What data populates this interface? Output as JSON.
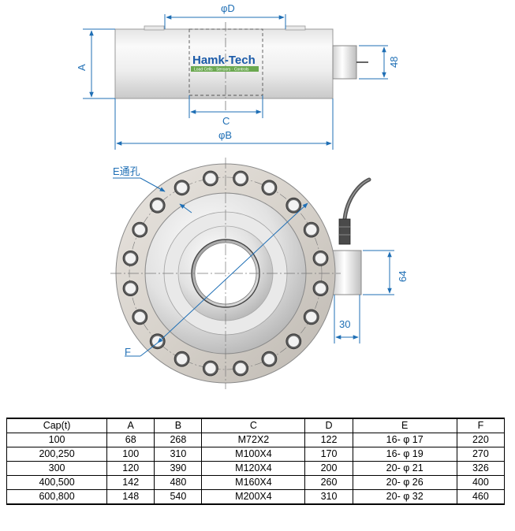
{
  "drawing": {
    "brand_name": "Hamk-Tech",
    "brand_tagline": "Load Cells · Sensors · Controls",
    "labels": {
      "phiD": "φD",
      "A": "A",
      "h48": "48",
      "C": "C",
      "phiB": "φB",
      "E_hole": "E通孔",
      "h64": "64",
      "w30": "30",
      "F": "F"
    },
    "colors": {
      "dimension": "#1f6fb5",
      "brand_text": "#1a5aa8",
      "brand_bar": "#6aa84f"
    }
  },
  "table": {
    "headers": [
      "Cap(t)",
      "A",
      "B",
      "C",
      "D",
      "E",
      "F"
    ],
    "rows": [
      [
        "100",
        "68",
        "268",
        "M72X2",
        "122",
        "16- φ 17",
        "220"
      ],
      [
        "200,250",
        "100",
        "310",
        "M100X4",
        "170",
        "16- φ 19",
        "270"
      ],
      [
        "300",
        "120",
        "390",
        "M120X4",
        "200",
        "20- φ 21",
        "326"
      ],
      [
        "400,500",
        "142",
        "480",
        "M160X4",
        "260",
        "20- φ 26",
        "400"
      ],
      [
        "600,800",
        "148",
        "540",
        "M200X4",
        "310",
        "20- φ 32",
        "460"
      ]
    ]
  }
}
